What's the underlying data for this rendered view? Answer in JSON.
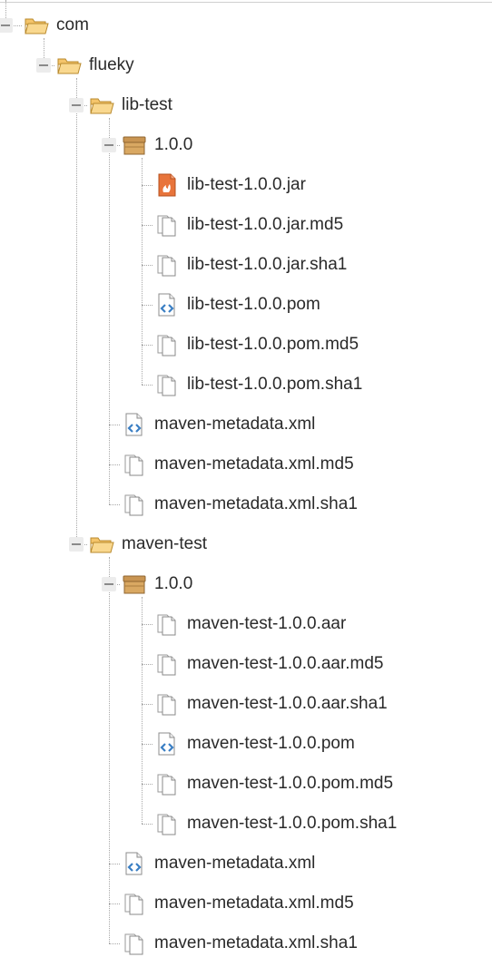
{
  "tree": [
    {
      "label": "com",
      "type": "folder",
      "depth": 0
    },
    {
      "label": "flueky",
      "type": "folder",
      "depth": 1
    },
    {
      "label": "lib-test",
      "type": "folder",
      "depth": 2
    },
    {
      "label": "1.0.0",
      "type": "package",
      "depth": 3
    },
    {
      "label": "lib-test-1.0.0.jar",
      "type": "jar",
      "depth": 4
    },
    {
      "label": "lib-test-1.0.0.jar.md5",
      "type": "file",
      "depth": 4
    },
    {
      "label": "lib-test-1.0.0.jar.sha1",
      "type": "file",
      "depth": 4
    },
    {
      "label": "lib-test-1.0.0.pom",
      "type": "xml",
      "depth": 4
    },
    {
      "label": "lib-test-1.0.0.pom.md5",
      "type": "file",
      "depth": 4
    },
    {
      "label": "lib-test-1.0.0.pom.sha1",
      "type": "file",
      "depth": 4
    },
    {
      "label": "maven-metadata.xml",
      "type": "xml",
      "depth": 3
    },
    {
      "label": "maven-metadata.xml.md5",
      "type": "file",
      "depth": 3
    },
    {
      "label": "maven-metadata.xml.sha1",
      "type": "file",
      "depth": 3
    },
    {
      "label": "maven-test",
      "type": "folder",
      "depth": 2
    },
    {
      "label": "1.0.0",
      "type": "package",
      "depth": 3
    },
    {
      "label": "maven-test-1.0.0.aar",
      "type": "file",
      "depth": 4
    },
    {
      "label": "maven-test-1.0.0.aar.md5",
      "type": "file",
      "depth": 4
    },
    {
      "label": "maven-test-1.0.0.aar.sha1",
      "type": "file",
      "depth": 4
    },
    {
      "label": "maven-test-1.0.0.pom",
      "type": "xml",
      "depth": 4
    },
    {
      "label": "maven-test-1.0.0.pom.md5",
      "type": "file",
      "depth": 4
    },
    {
      "label": "maven-test-1.0.0.pom.sha1",
      "type": "file",
      "depth": 4
    },
    {
      "label": "maven-metadata.xml",
      "type": "xml",
      "depth": 3
    },
    {
      "label": "maven-metadata.xml.md5",
      "type": "file",
      "depth": 3
    },
    {
      "label": "maven-metadata.xml.sha1",
      "type": "file",
      "depth": 3
    }
  ],
  "icons": {
    "folder": "folder-open-icon",
    "package": "package-icon",
    "jar": "jar-file-icon",
    "file": "file-copy-icon",
    "xml": "xml-file-icon"
  },
  "colors": {
    "folder": "#f4c46a",
    "package": "#d9a862",
    "jar": "#e8743b",
    "xml_accent": "#3b7fc4",
    "tree_lines": "#a8a8a8"
  }
}
